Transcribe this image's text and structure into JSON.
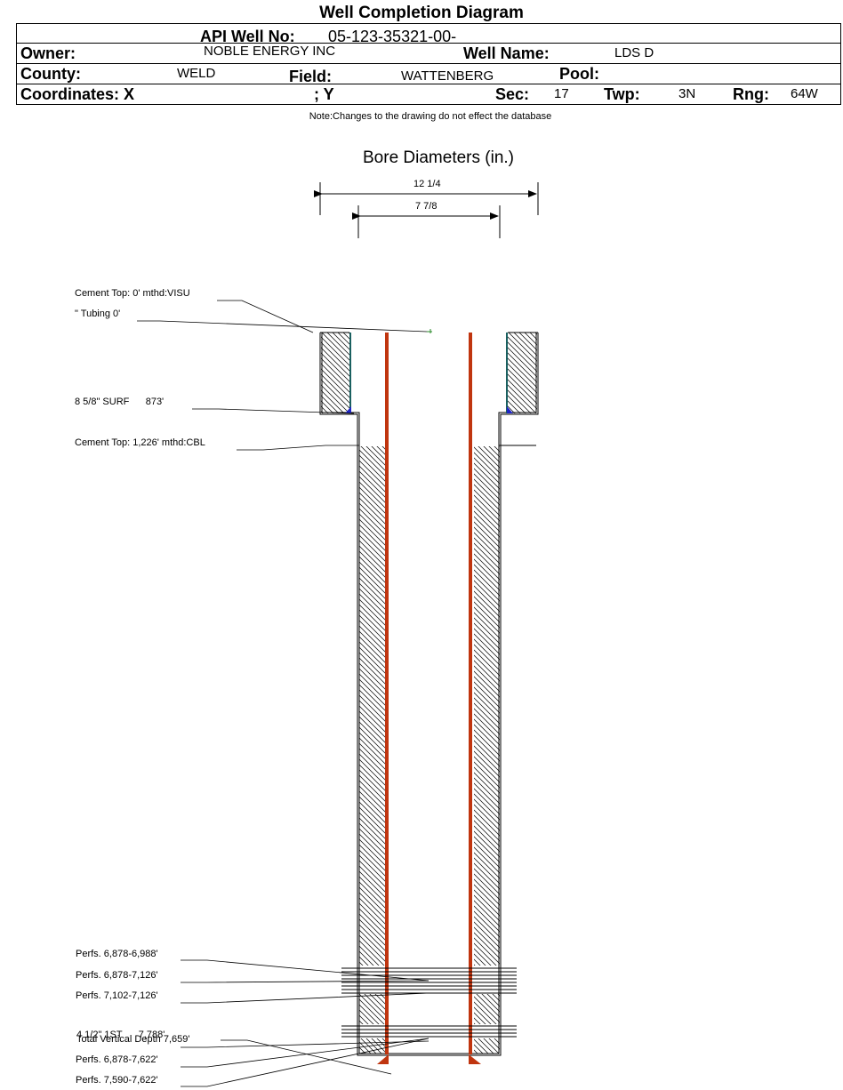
{
  "header": {
    "title": "Well Completion Diagram",
    "api_label": "API Well No:",
    "api_value": "05-123-35321-00-",
    "owner_label": "Owner:",
    "owner_value": "NOBLE ENERGY INC",
    "well_name_label": "Well Name:",
    "well_name_value": "LDS D",
    "county_label": "County:",
    "county_value": "WELD",
    "field_label": "Field:",
    "field_value": "WATTENBERG",
    "pool_label": "Pool:",
    "pool_value": "",
    "coord_x_label": "Coordinates: X",
    "coord_y_label": "; Y",
    "sec_label": "Sec:",
    "sec_value": "17",
    "twp_label": "Twp:",
    "twp_value": "3N",
    "rng_label": "Rng:",
    "rng_value": "64W"
  },
  "note": "Note:Changes to the drawing do not effect the database",
  "bore": {
    "title": "Bore Diameters (in.)",
    "diameters": [
      "12 1/4",
      "7 7/8"
    ]
  },
  "annotations": {
    "cement_top_surface": "Cement Top: 0' mthd:VISU",
    "tubing": "\" Tubing 0'",
    "surface_casing": "8 5/8\" SURF      873'",
    "cement_top_production": "Cement Top: 1,226' mthd:CBL",
    "perfs_1": "Perfs. 6,878-6,988'",
    "perfs_2": "Perfs. 6,878-7,126'",
    "perfs_3": "Perfs. 7,102-7,126'",
    "production_casing": "4 1/2\" 1ST      7,788'",
    "total_vertical_depth": "Total Vertical Depth 7,659'",
    "perfs_4": "Perfs. 6,878-7,622'",
    "perfs_5": "Perfs. 7,590-7,622'"
  },
  "colors": {
    "tubing": "#c0350f",
    "surface_casing_inner": "#1a6060",
    "shoe": "#1f24c8",
    "cement_hatch": "#000000"
  }
}
